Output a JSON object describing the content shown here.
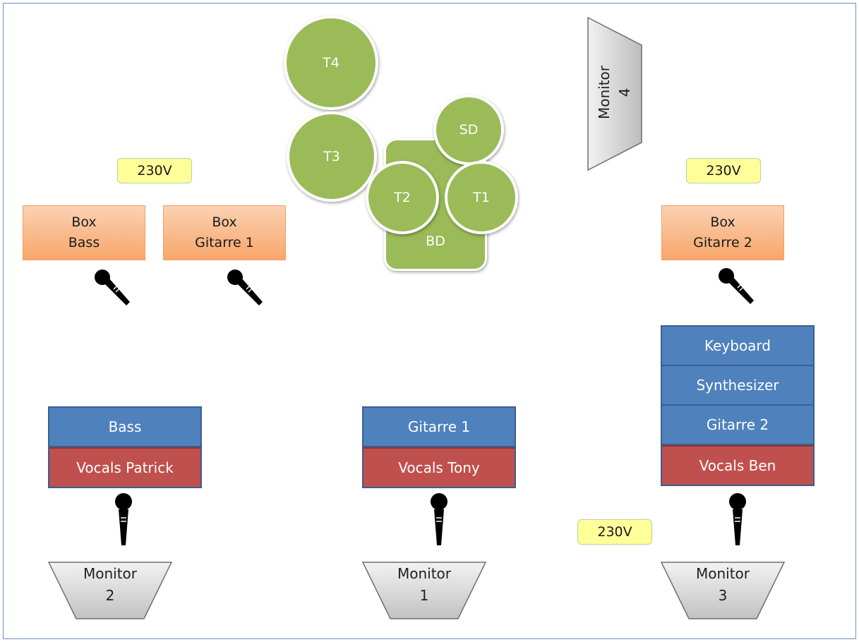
{
  "drums": {
    "t4": "T4",
    "t3": "T3",
    "t2": "T2",
    "t1": "T1",
    "sd": "SD",
    "bd": "BD"
  },
  "monitors": {
    "m1": {
      "line1": "Monitor",
      "line2": "1"
    },
    "m2": {
      "line1": "Monitor",
      "line2": "2"
    },
    "m3": {
      "line1": "Monitor",
      "line2": "3"
    },
    "m4": {
      "line1": "Monitor",
      "line2": "4"
    }
  },
  "power": {
    "left": "230V",
    "right": "230V",
    "bottom": "230V"
  },
  "amps": {
    "bass": {
      "line1": "Box",
      "line2": "Bass"
    },
    "gitarre1": {
      "line1": "Box",
      "line2": "Gitarre 1"
    },
    "gitarre2": {
      "line1": "Box",
      "line2": "Gitarre 2"
    }
  },
  "stations": {
    "left": {
      "instrument": "Bass",
      "vocals": "Vocals Patrick"
    },
    "center": {
      "instrument": "Gitarre 1",
      "vocals": "Vocals Tony"
    },
    "right": {
      "instruments": [
        "Keyboard",
        "Synthesizer",
        "Gitarre 2"
      ],
      "vocals": "Vocals Ben"
    }
  },
  "colors": {
    "drum_green": "#9bbb59",
    "instrument_blue": "#4f81bd",
    "vocals_red": "#c0504d",
    "amp_orange": "#f8a66a",
    "power_yellow": "#ffff99",
    "monitor_gray": "#d0d0d0"
  },
  "icons": {
    "microphone": "microphone-icon"
  }
}
